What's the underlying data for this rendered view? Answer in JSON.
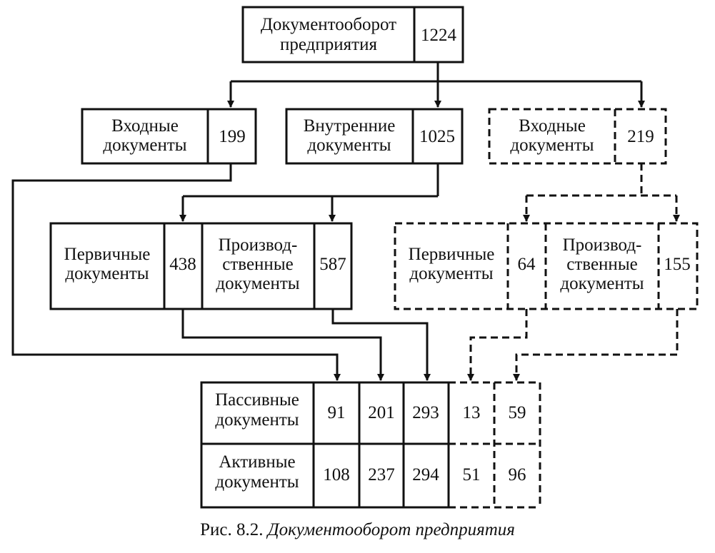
{
  "diagram": {
    "root": {
      "line1": "Документооборот",
      "line2": "предприятия",
      "value": "1224"
    },
    "incoming": {
      "line1": "Входные",
      "line2": "документы",
      "value": "199"
    },
    "internal": {
      "line1": "Внутренние",
      "line2": "документы",
      "value": "1025"
    },
    "outgoing": {
      "line1": "Входные",
      "line2": "документы",
      "value": "219"
    },
    "internal_primary": {
      "line1": "Первичные",
      "line2": "документы",
      "value": "438"
    },
    "internal_production": {
      "line1": "Производ-",
      "line2": "ственные",
      "line3": "документы",
      "value": "587"
    },
    "outgoing_primary": {
      "line1": "Первичные",
      "line2": "документы",
      "value": "64"
    },
    "outgoing_production": {
      "line1": "Производ-",
      "line2": "ственные",
      "line3": "документы",
      "value": "155"
    },
    "summary": {
      "passive": {
        "line1": "Пассивные",
        "line2": "документы",
        "values": [
          "91",
          "201",
          "293",
          "13",
          "59"
        ]
      },
      "active": {
        "line1": "Активные",
        "line2": "документы",
        "values": [
          "108",
          "237",
          "294",
          "51",
          "96"
        ]
      }
    }
  },
  "caption": {
    "prefix": "Рис. 8.2.",
    "title": "Документооборот предприятия"
  },
  "colors": {
    "ink": "#111111",
    "background": "#ffffff"
  }
}
